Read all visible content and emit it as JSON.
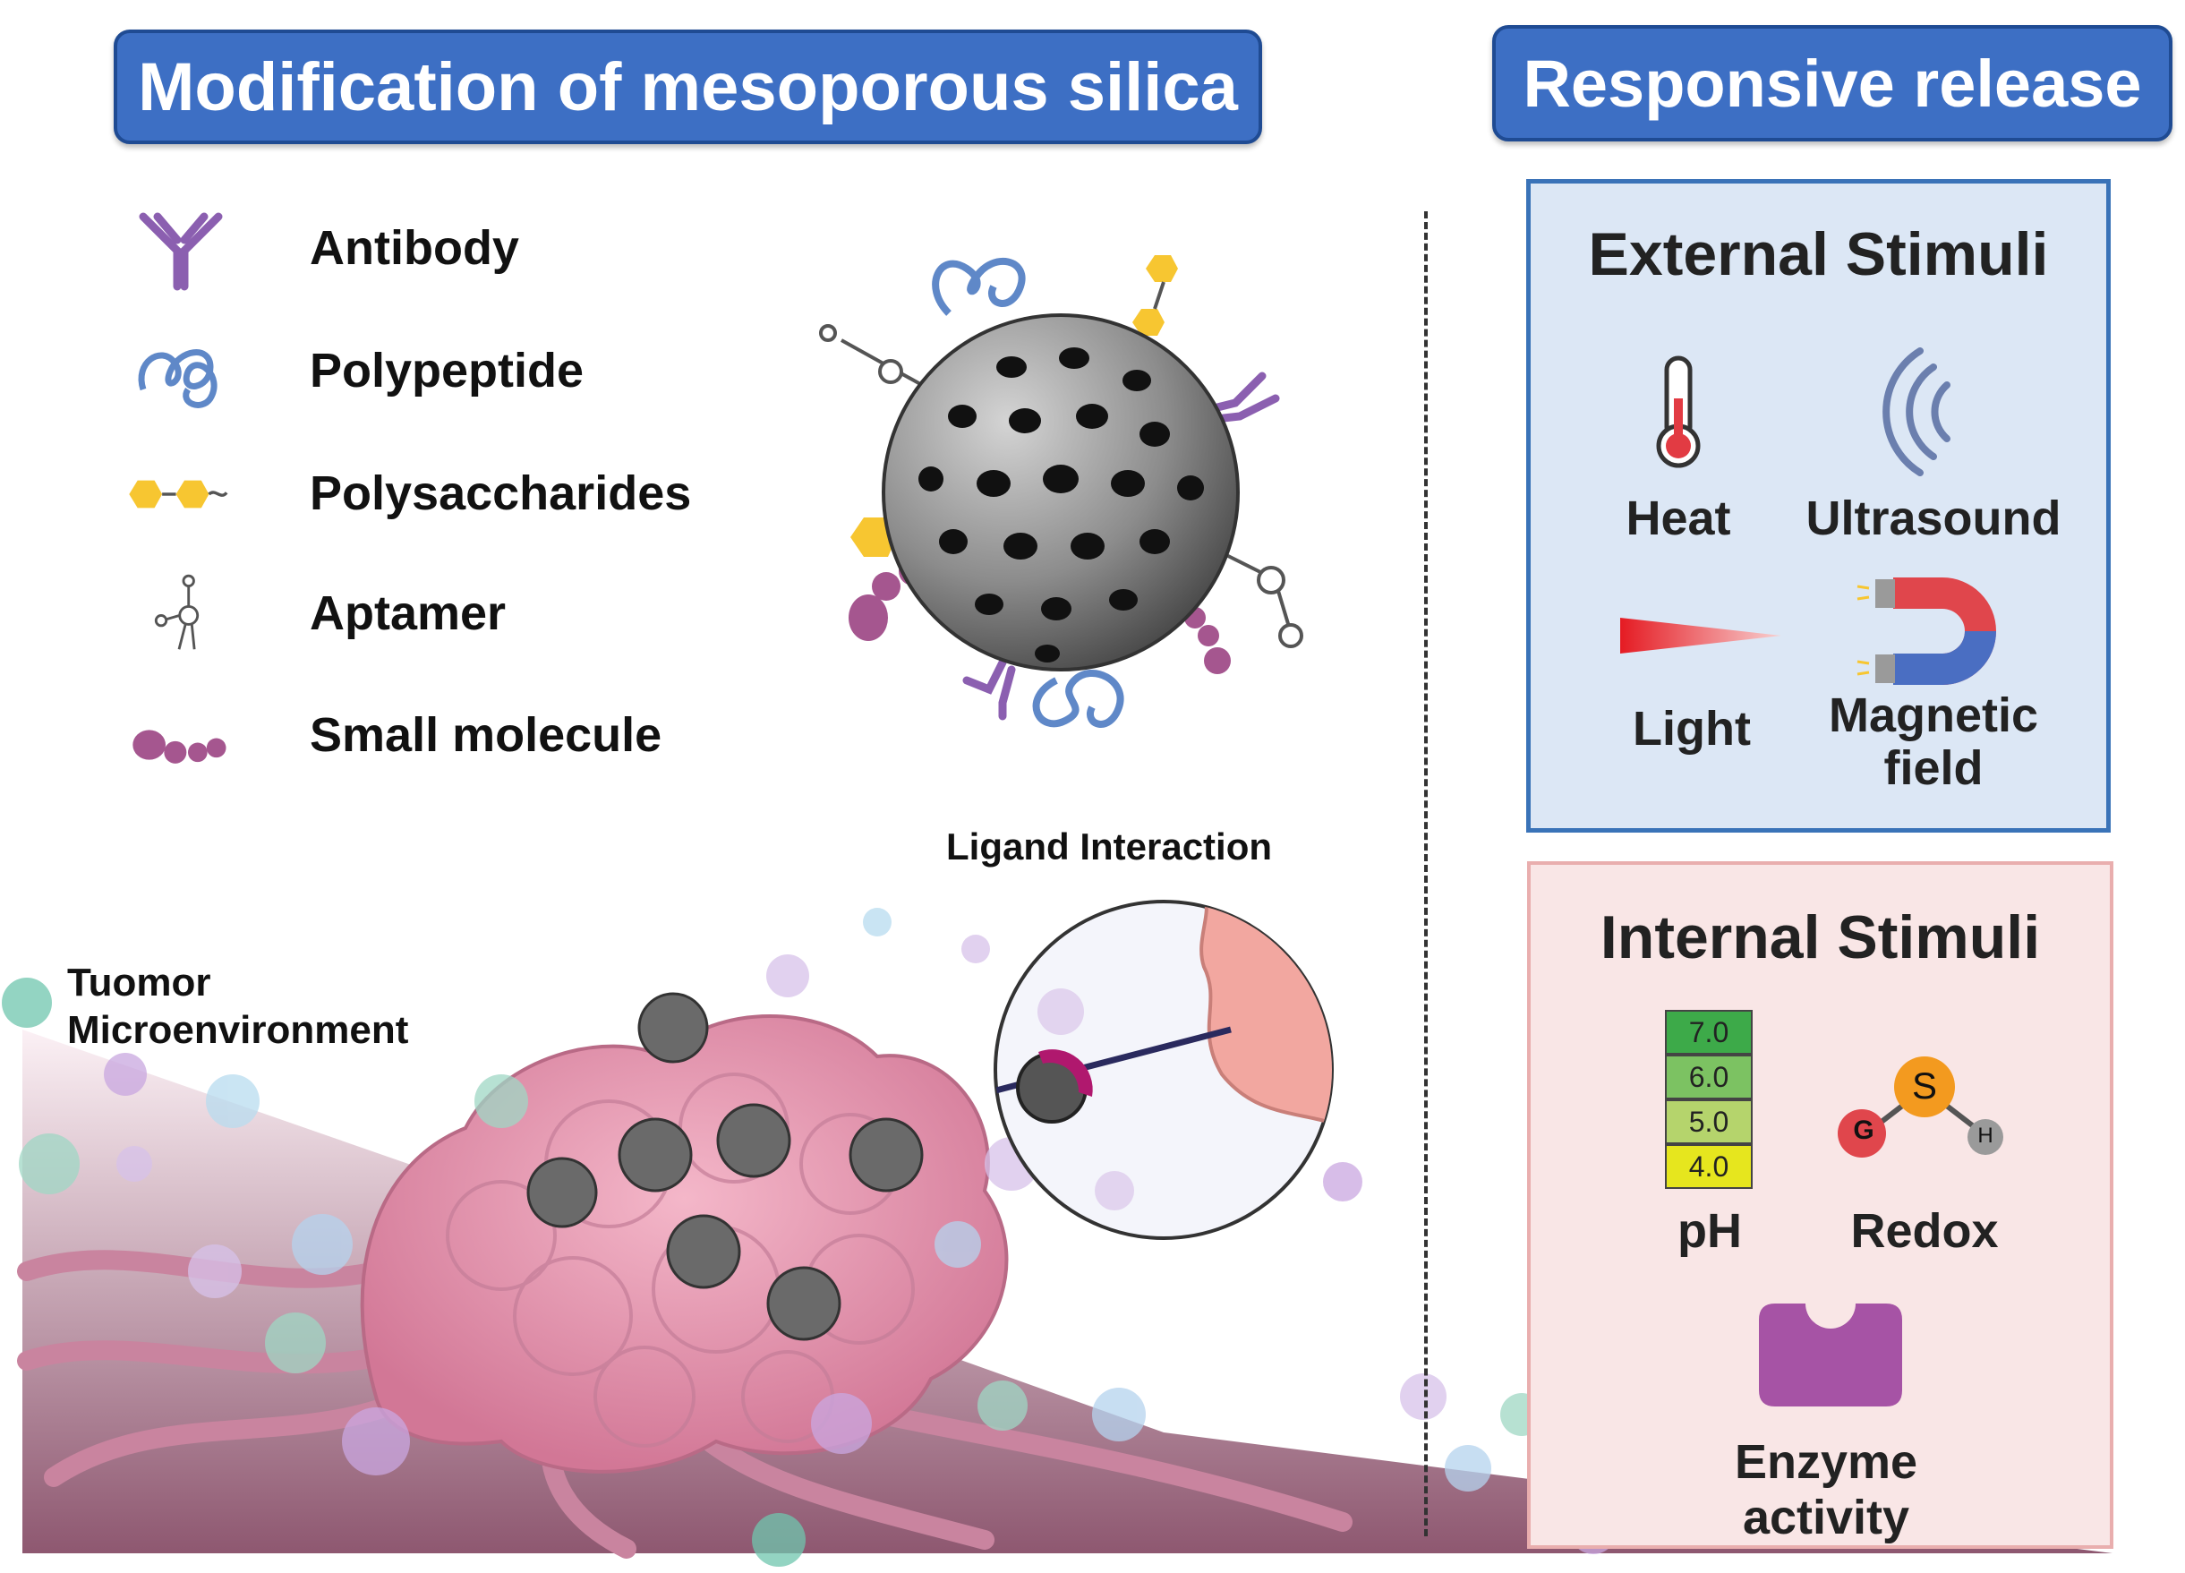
{
  "headers": {
    "left": "Modification of mesoporous silica",
    "right": "Responsive release"
  },
  "legend": [
    {
      "label": "Antibody",
      "icon": "antibody-icon"
    },
    {
      "label": "Polypeptide",
      "icon": "polypeptide-icon"
    },
    {
      "label": "Polysaccharides",
      "icon": "polysaccharide-icon"
    },
    {
      "label": "Aptamer",
      "icon": "aptamer-icon"
    },
    {
      "label": "Small molecule",
      "icon": "small-molecule-icon"
    }
  ],
  "labels": {
    "ligand_interaction": "Ligand Interaction",
    "tumor_line1": "Tuomor",
    "tumor_line2": "Microenvironment"
  },
  "external": {
    "title": "External Stimuli",
    "heat": "Heat",
    "ultrasound": "Ultrasound",
    "light": "Light",
    "magnetic_line1": "Magnetic",
    "magnetic_line2": "field"
  },
  "internal": {
    "title": "Internal Stimuli",
    "ph_values": [
      "7.0",
      "6.0",
      "5.0",
      "4.0"
    ],
    "ph": "pH",
    "redox": "Redox",
    "redox_atoms": [
      "G",
      "S",
      "H"
    ],
    "enzyme_line1": "Enzyme",
    "enzyme_line2": "activity"
  },
  "colors": {
    "banner": "#3d6fc4",
    "external_panel": "#dce7f5",
    "internal_panel": "#f9e6e6",
    "antibody": "#8b5fb0",
    "polypeptide": "#5f88c8",
    "polysaccharide": "#f7c631",
    "small_molecule": "#a5568f",
    "tumor": "#e39ab1",
    "enzyme": "#a653a5"
  }
}
